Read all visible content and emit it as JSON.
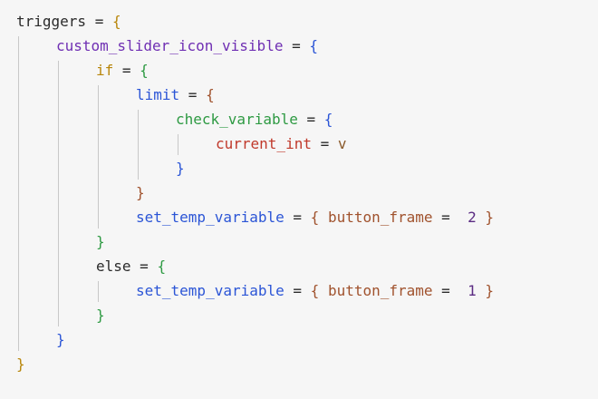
{
  "code_view": {
    "lines": [
      {
        "indent": 0,
        "tokens": [
          {
            "t": "triggers",
            "k": "key",
            "c": "#2b2b2b"
          },
          {
            "t": " = ",
            "k": "eq"
          },
          {
            "t": "{",
            "k": "brace",
            "c": "#b8860b"
          }
        ]
      },
      {
        "indent": 1,
        "tokens": [
          {
            "t": "custom_slider_icon_visible",
            "k": "key",
            "c": "#6f2fb3"
          },
          {
            "t": " = ",
            "k": "eq"
          },
          {
            "t": "{",
            "k": "brace",
            "c": "#2b55d6"
          }
        ]
      },
      {
        "indent": 2,
        "tokens": [
          {
            "t": "if",
            "k": "key",
            "c": "#b8860b"
          },
          {
            "t": " = ",
            "k": "eq"
          },
          {
            "t": "{",
            "k": "brace",
            "c": "#2e9a43"
          }
        ]
      },
      {
        "indent": 3,
        "tokens": [
          {
            "t": "limit",
            "k": "key",
            "c": "#2b55d6"
          },
          {
            "t": " = ",
            "k": "eq"
          },
          {
            "t": "{",
            "k": "brace",
            "c": "#a0522d"
          }
        ]
      },
      {
        "indent": 4,
        "tokens": [
          {
            "t": "check_variable",
            "k": "key",
            "c": "#2e9a43"
          },
          {
            "t": " = ",
            "k": "eq"
          },
          {
            "t": "{",
            "k": "brace",
            "c": "#2b55d6"
          }
        ]
      },
      {
        "indent": 5,
        "tokens": [
          {
            "t": "current_int",
            "k": "key",
            "c": "#c0392b"
          },
          {
            "t": " = ",
            "k": "eq"
          },
          {
            "t": "v",
            "k": "value",
            "c": "#8a5a2b"
          }
        ]
      },
      {
        "indent": 4,
        "tokens": [
          {
            "t": "}",
            "k": "brace",
            "c": "#2b55d6"
          }
        ]
      },
      {
        "indent": 3,
        "tokens": [
          {
            "t": "}",
            "k": "brace",
            "c": "#a0522d"
          }
        ]
      },
      {
        "indent": 3,
        "tokens": [
          {
            "t": "set_temp_variable",
            "k": "key",
            "c": "#2b55d6"
          },
          {
            "t": " = ",
            "k": "eq"
          },
          {
            "t": "{",
            "k": "brace",
            "c": "#a0522d"
          },
          {
            "t": " button_frame",
            "k": "key",
            "c": "#a0522d"
          },
          {
            "t": " = ",
            "k": "eq"
          },
          {
            "t": " 2",
            "k": "number",
            "c": "#5b2c83"
          },
          {
            "t": " }",
            "k": "brace",
            "c": "#a0522d"
          }
        ]
      },
      {
        "indent": 2,
        "tokens": [
          {
            "t": "}",
            "k": "brace",
            "c": "#2e9a43"
          }
        ]
      },
      {
        "indent": 2,
        "tokens": [
          {
            "t": "else",
            "k": "key",
            "c": "#2b2b2b"
          },
          {
            "t": " = ",
            "k": "eq"
          },
          {
            "t": "{",
            "k": "brace",
            "c": "#2e9a43"
          }
        ]
      },
      {
        "indent": 3,
        "tokens": [
          {
            "t": "set_temp_variable",
            "k": "key",
            "c": "#2b55d6"
          },
          {
            "t": " = ",
            "k": "eq"
          },
          {
            "t": "{",
            "k": "brace",
            "c": "#a0522d"
          },
          {
            "t": " button_frame",
            "k": "key",
            "c": "#a0522d"
          },
          {
            "t": " = ",
            "k": "eq"
          },
          {
            "t": " 1",
            "k": "number",
            "c": "#5b2c83"
          },
          {
            "t": " }",
            "k": "brace",
            "c": "#a0522d"
          }
        ]
      },
      {
        "indent": 2,
        "tokens": [
          {
            "t": "}",
            "k": "brace",
            "c": "#2e9a43"
          }
        ]
      },
      {
        "indent": 1,
        "tokens": [
          {
            "t": "}",
            "k": "brace",
            "c": "#2b55d6"
          }
        ]
      },
      {
        "indent": 0,
        "tokens": [
          {
            "t": "}",
            "k": "brace",
            "c": "#b8860b"
          }
        ]
      }
    ]
  }
}
